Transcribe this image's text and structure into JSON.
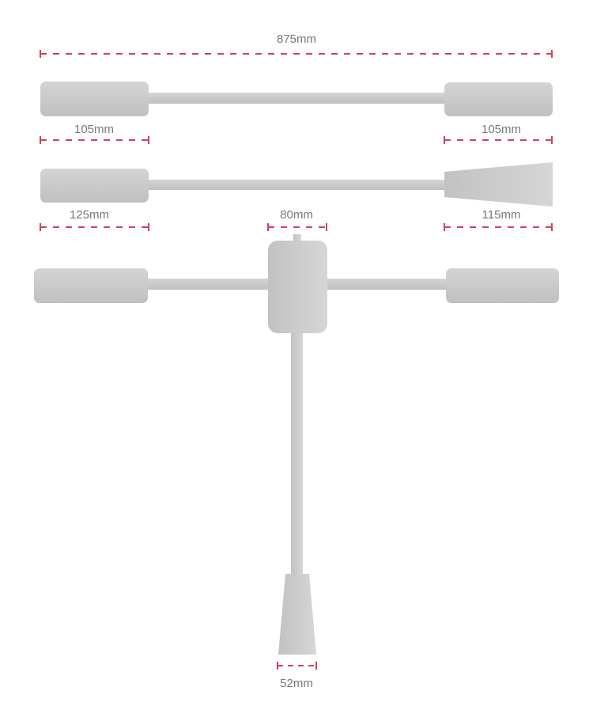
{
  "colors": {
    "dimension": "#d0415a",
    "part_light": "#d4d4d4",
    "part_dark": "#c2c2c2",
    "label": "#777777"
  },
  "dimensions": {
    "overall_width": "875mm",
    "row1_left_handle": "105mm",
    "row1_right_handle": "105mm",
    "row2_left_handle": "125mm",
    "row2_right_cone": "115mm",
    "center_block": "80mm",
    "bottom_cone": "52mm"
  }
}
